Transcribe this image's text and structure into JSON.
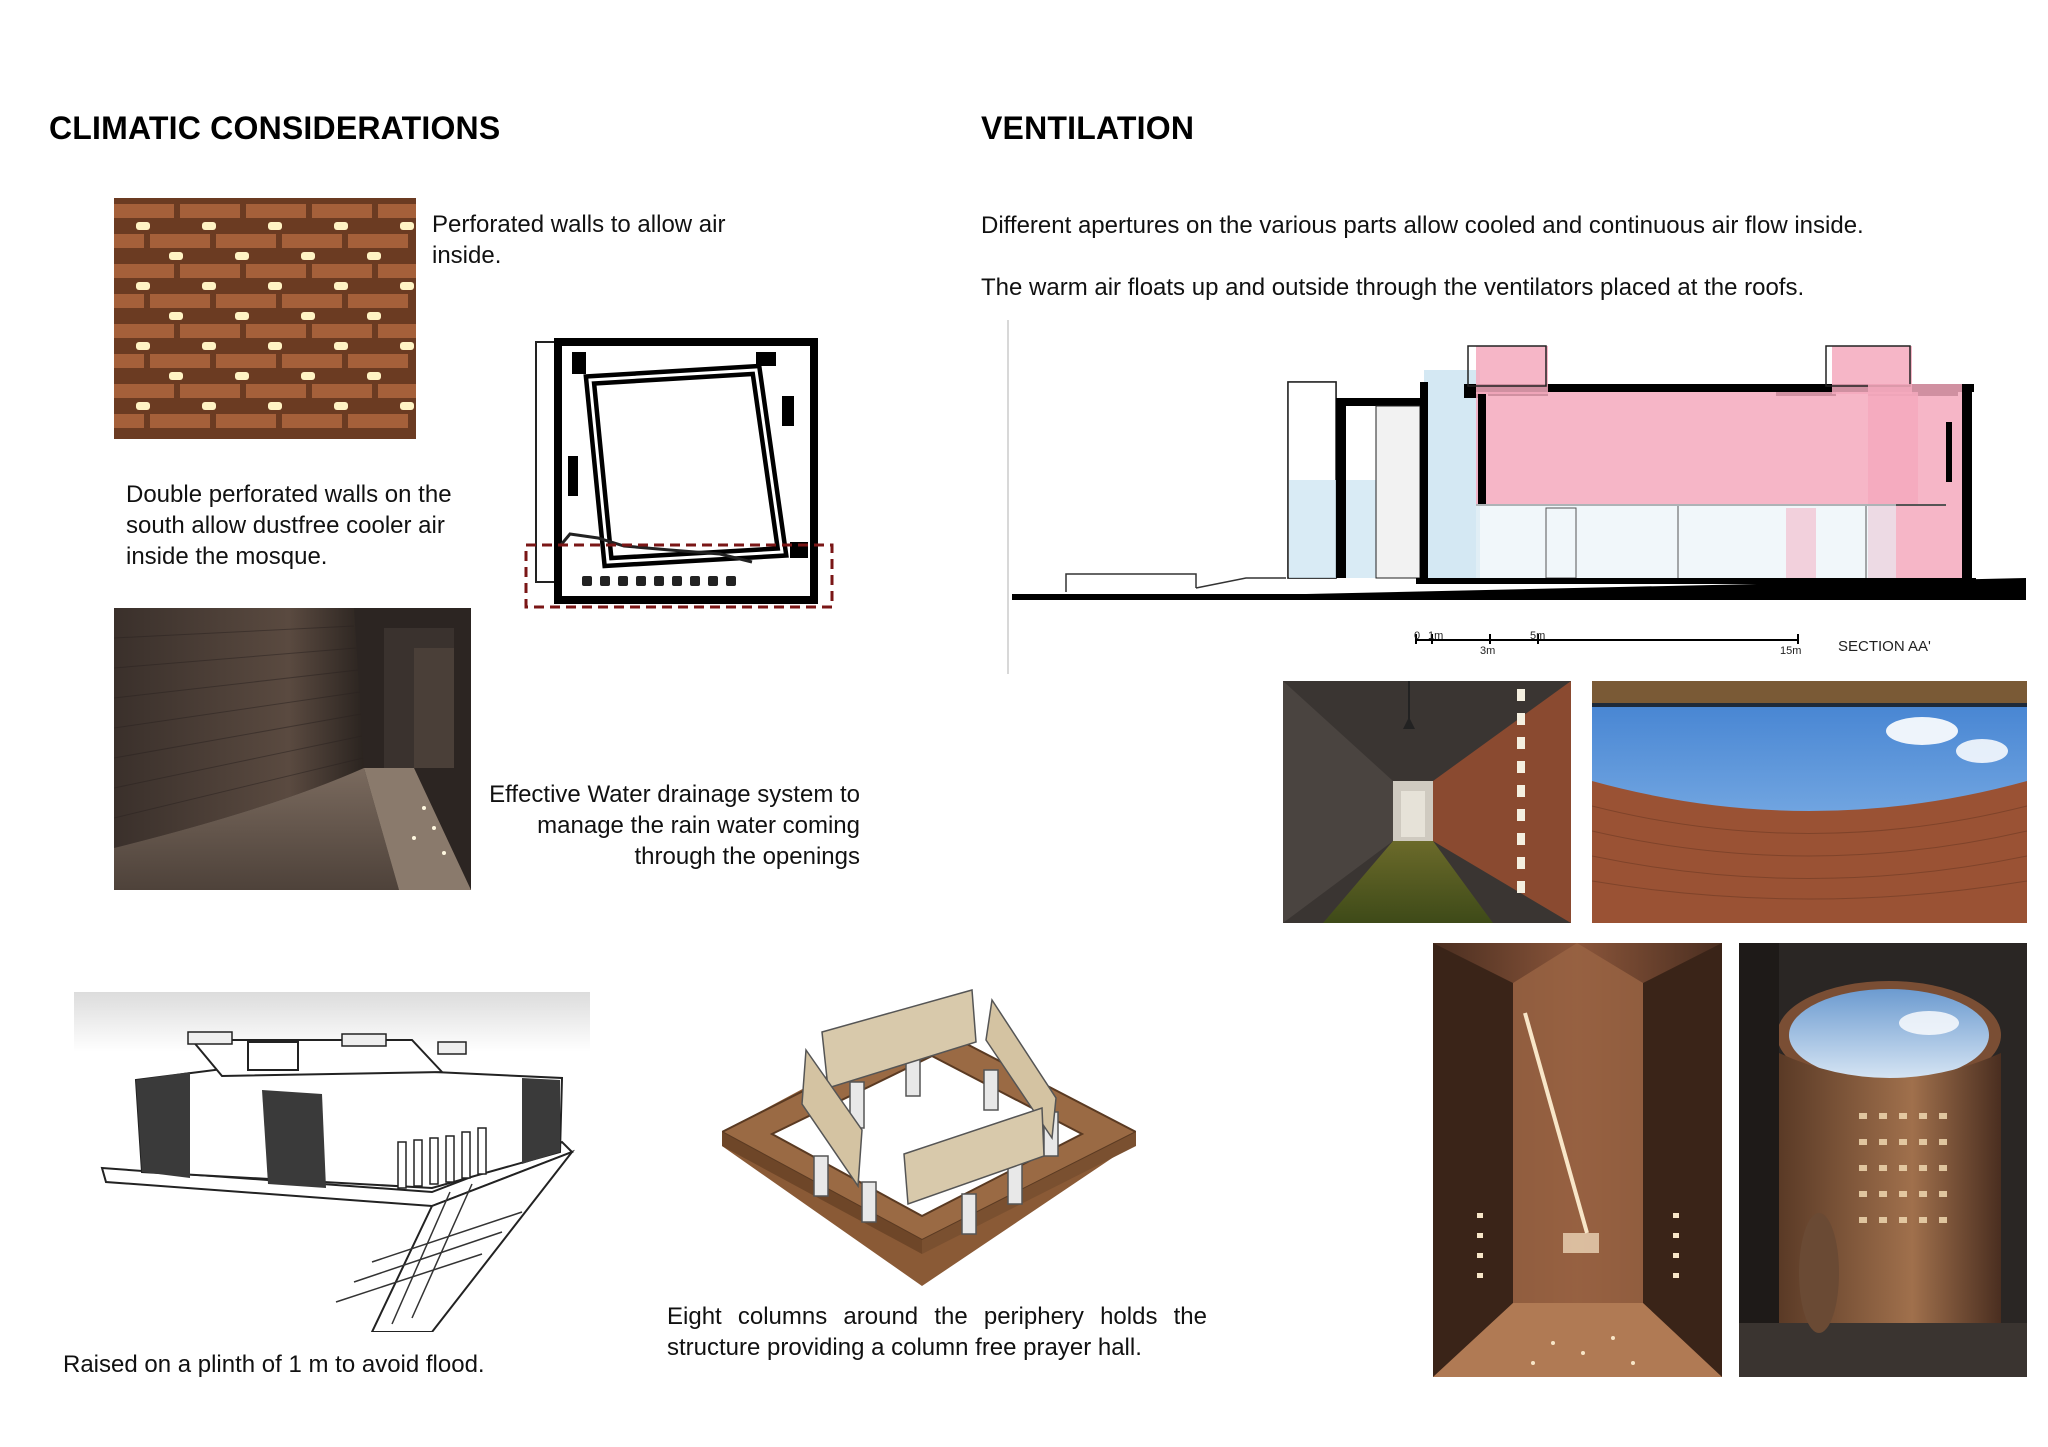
{
  "left": {
    "heading": "CLIMATIC CONSIDERATIONS",
    "perforated_text": "Perforated walls to allow air inside.",
    "double_walls_text": "Double perforated  walls on the south allow dustfree cooler air inside the mosque.",
    "drainage_text": "Effective Water drainage system to manage the rain water coming through the openings",
    "plinth_text": "Raised on a plinth of 1 m to avoid flood.",
    "columns_text": "Eight columns around the periphery holds the structure providing a column free prayer hall."
  },
  "right": {
    "heading": "VENTILATION",
    "para1": "Different apertures on the various parts allow cooled and continuous air flow inside.",
    "para2": "The warm air floats up and outside through the ventilators placed at the roofs.",
    "section_label": "SECTION AA'",
    "scale_labels": [
      "0",
      "1m",
      "3m",
      "5m",
      "15m"
    ]
  },
  "colors": {
    "section_pink": "#f4a9bd",
    "section_blue": "#cfe6f2",
    "brick": "#8a4a2c",
    "dashed_outline": "#7a1616"
  }
}
